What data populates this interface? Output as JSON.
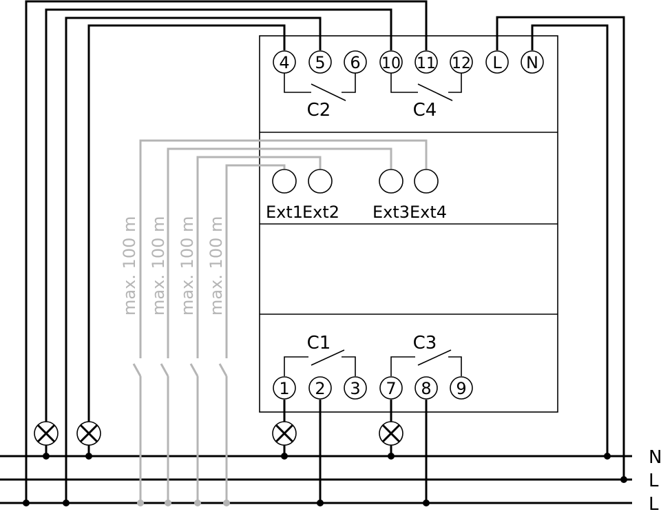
{
  "terminals": {
    "t4": "4",
    "t5": "5",
    "t6": "6",
    "t10": "10",
    "t11": "11",
    "t12": "12",
    "tL": "L",
    "tN": "N",
    "t1": "1",
    "t2": "2",
    "t3": "3",
    "t7": "7",
    "t8": "8",
    "t9": "9"
  },
  "contacts": {
    "c1": "C1",
    "c2": "C2",
    "c3": "C3",
    "c4": "C4"
  },
  "inputs": {
    "ext1": "Ext1",
    "ext2": "Ext2",
    "ext3": "Ext3",
    "ext4": "Ext4"
  },
  "cable_length_label": "max. 100 m",
  "rails": {
    "n": "N",
    "l1": "L",
    "l2": "L"
  },
  "colors": {
    "wire": "#000000",
    "extension_wire": "#b5b5b5"
  }
}
